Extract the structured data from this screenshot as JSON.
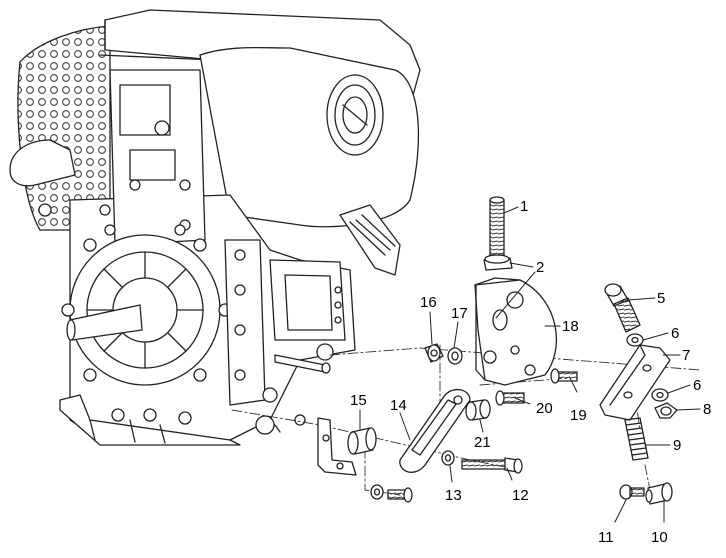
{
  "diagram": {
    "type": "exploded-parts-view",
    "subject": "engine-with-throttle-linkage-bracket",
    "callouts": [
      "1",
      "2",
      "5",
      "6",
      "7",
      "6",
      "8",
      "9",
      "10",
      "11",
      "12",
      "13",
      "14",
      "15",
      "16",
      "17",
      "18",
      "19",
      "20",
      "21"
    ]
  }
}
